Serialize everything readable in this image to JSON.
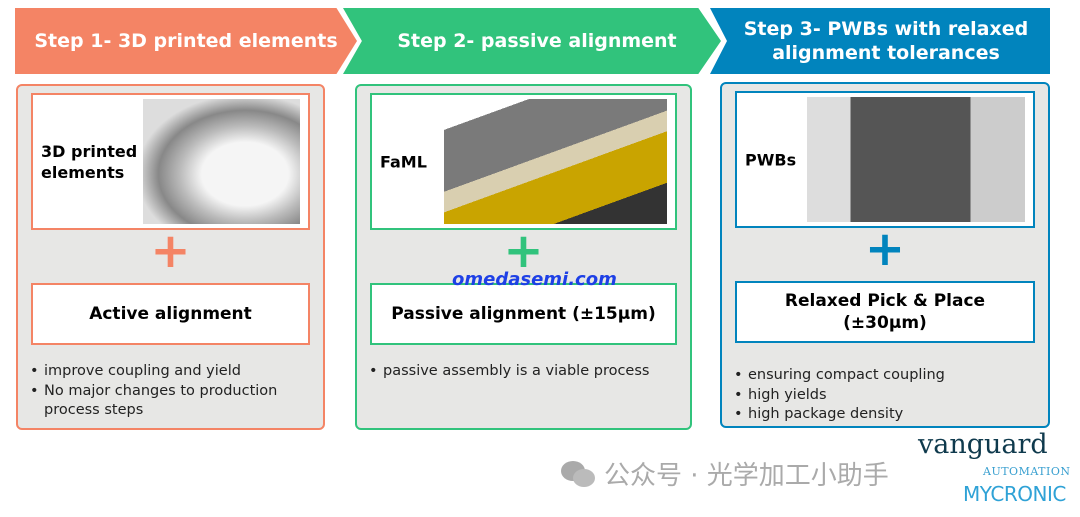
{
  "steps": [
    {
      "title": "Step 1- 3D printed elements",
      "image_label": "3D printed elements",
      "box": "Active alignment",
      "bullets": [
        "improve coupling and yield",
        "No major changes to production process steps"
      ]
    },
    {
      "title": "Step 2- passive alignment",
      "image_label": "FaML",
      "box": "Passive alignment (±15µm)",
      "bullets": [
        "passive assembly is a viable process"
      ]
    },
    {
      "title": "Step 3- PWBs with relaxed alignment tolerances",
      "image_label": "PWBs",
      "box": "Relaxed Pick & Place (±30µm)",
      "bullets": [
        "ensuring compact coupling",
        "high yields",
        "high package density"
      ]
    }
  ],
  "plus": "+",
  "watermark": "omedasemi.com",
  "wechat": "公众号 · 光学加工小助手",
  "logo": {
    "name": "vanguard",
    "sub": "AUTOMATION",
    "brand": "MYCRONIC"
  },
  "colors": {
    "step1": "#f48465",
    "step2": "#31c37c",
    "step3": "#0184bd"
  }
}
